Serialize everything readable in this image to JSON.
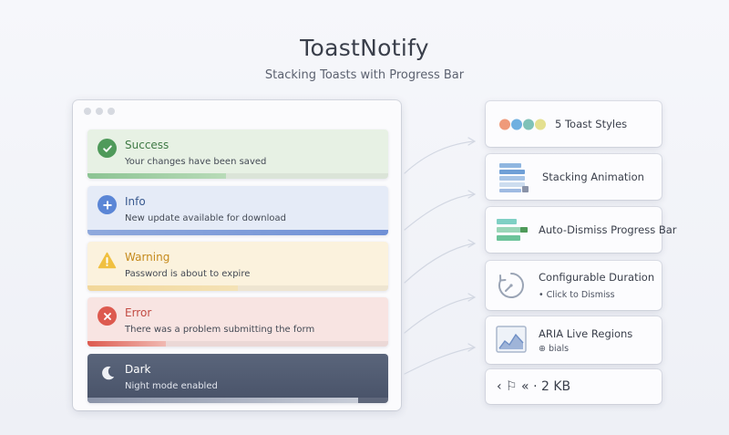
{
  "header": {
    "title": "ToastNotify",
    "subtitle": "Stacking Toasts with Progress Bar"
  },
  "toasts": [
    {
      "type": "success",
      "icon": "check-icon",
      "title": "Success",
      "message": "Your changes have been saved",
      "progress": 0.46,
      "color": "#4f9a5a"
    },
    {
      "type": "info",
      "icon": "plus-icon",
      "title": "Info",
      "message": "New update available for download",
      "progress": 1.0,
      "color": "#5b86d6"
    },
    {
      "type": "warning",
      "icon": "warning-icon",
      "title": "Warning",
      "message": "Password is about to expire",
      "progress": 0.5,
      "color": "#f0c040"
    },
    {
      "type": "error",
      "icon": "x-icon",
      "title": "Error",
      "message": "There was a problem submitting the form",
      "progress": 0.26,
      "color": "#dd5a4f"
    },
    {
      "type": "dark",
      "icon": "moon-icon",
      "title": "Dark",
      "message": "Night mode enabled",
      "progress": 0.9,
      "color": "#4f596e"
    }
  ],
  "features": [
    {
      "label": "5 Toast Styles",
      "icon": "color-dots-icon",
      "dot_colors": [
        "#ef9a7a",
        "#6fb0e0",
        "#7fc2b8",
        "#e4e090"
      ]
    },
    {
      "label": "Stacking Animation",
      "icon": "stack-icon"
    },
    {
      "label": "Auto-Dismiss Progress Bar",
      "icon": "progress-bars-icon"
    },
    {
      "label": "Configurable Duration",
      "sub": "• Click to Dismiss",
      "icon": "timer-icon"
    },
    {
      "label": "ARIA Live Regions",
      "sub": "⊕ bials",
      "icon": "chart-frame-icon"
    },
    {
      "label": "‹ ⚐ « · 2 KB",
      "icon": "size-icon"
    }
  ]
}
